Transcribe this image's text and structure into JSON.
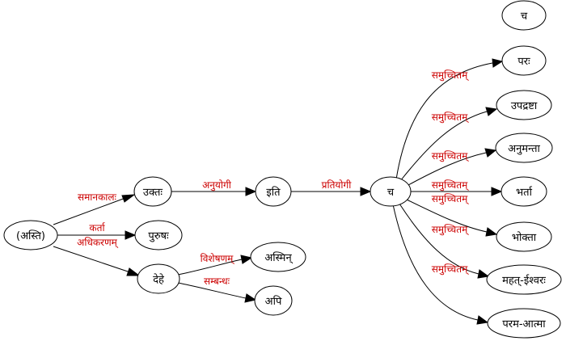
{
  "colors": {
    "node_stroke": "#000000",
    "node_fill": "#ffffff",
    "edge": "#000000",
    "edge_label": "#cc0000"
  },
  "nodes": {
    "asti": "(अस्ति)",
    "uktah": "उक्तः",
    "purushah": "पुरुषः",
    "dehe": "देहे",
    "iti": "इति",
    "ca_main": "च",
    "asmin": "अस्मिन्",
    "api": "अपि",
    "ca_top": "च",
    "parah": "परः",
    "upadrashta": "उपद्रष्टा",
    "anumanta": "अनुमन्ता",
    "bharta": "भर्ता",
    "bhokta": "भोक्ता",
    "maheshvarah": "महत्-ईश्वरः",
    "paramatma": "परम-आत्मा"
  },
  "edge_labels": {
    "asti_uktah": "समानकालः",
    "asti_purushah": "कर्ता",
    "asti_dehe": "अधिकरणम्",
    "uktah_iti": "अनुयोगी",
    "iti_ca": "प्रतियोगी",
    "dehe_asmin": "विशेषणम्",
    "dehe_api": "सम्बन्धः",
    "ca_parah": "समुच्चितम्",
    "ca_upadrashta": "समुच्चितम्",
    "ca_anumanta": "समुच्चितम्",
    "ca_bharta": "समुच्चितम्",
    "ca_bhokta": "समुच्चितम्",
    "ca_maheshvarah": "समुच्चितम्",
    "ca_paramatma": "समुच्चितम्"
  }
}
